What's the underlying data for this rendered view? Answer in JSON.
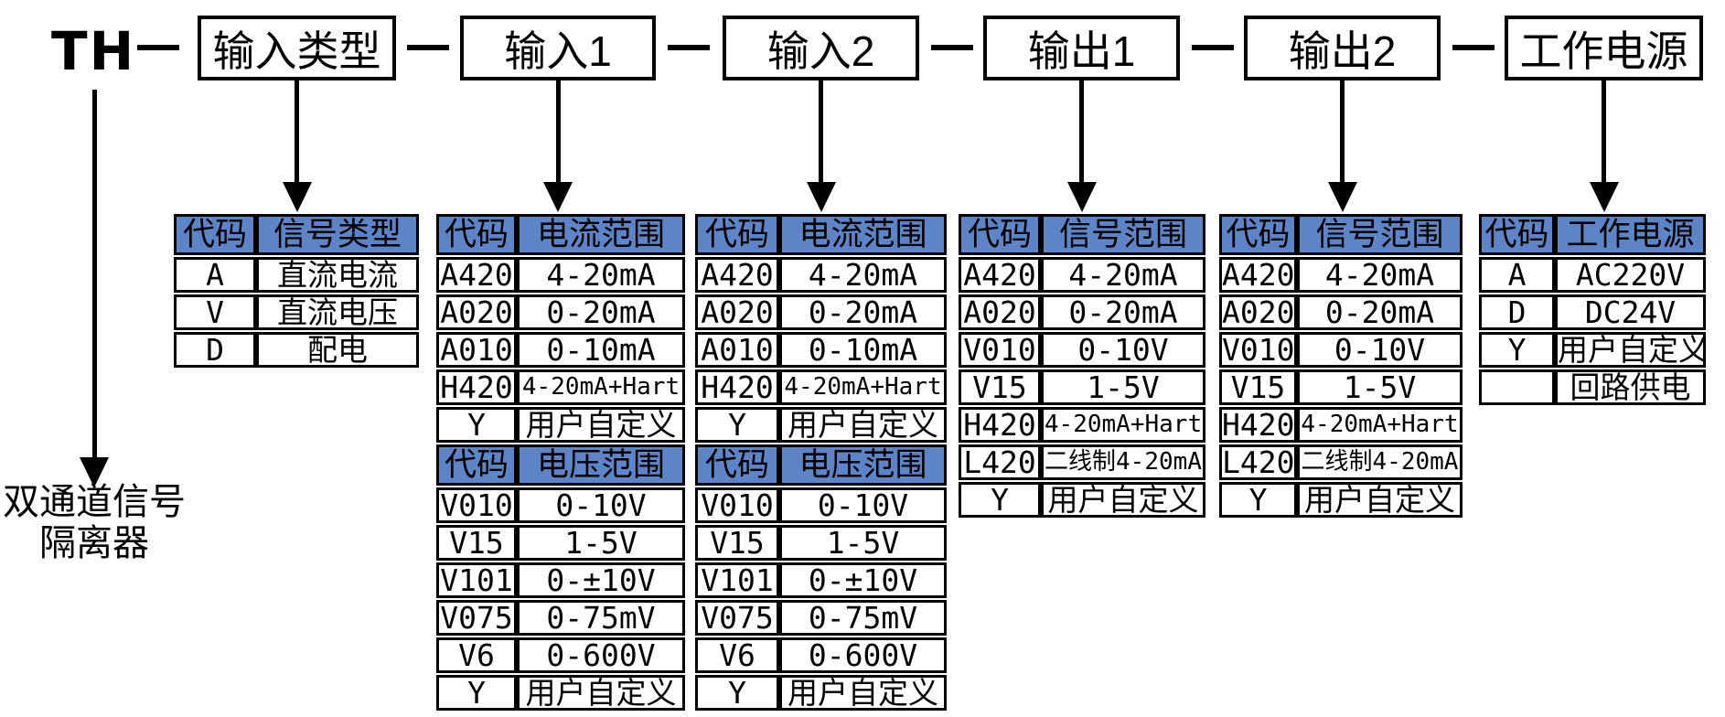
{
  "model": {
    "prefix": "TH"
  },
  "footnote": {
    "line1": "双通道信号",
    "line2": "隔离器"
  },
  "colors": {
    "header_bg": "#5e84c8",
    "line": "#000000",
    "background": "#ffffff"
  },
  "columns": [
    {
      "id": "input-type",
      "label": "输入类型",
      "sections": [
        {
          "header": [
            "代码",
            "信号类型"
          ],
          "rows": [
            [
              "A",
              "直流电流"
            ],
            [
              "V",
              "直流电压"
            ],
            [
              "D",
              "配电"
            ]
          ]
        }
      ]
    },
    {
      "id": "input1",
      "label": "输入1",
      "sections": [
        {
          "header": [
            "代码",
            "电流范围"
          ],
          "rows": [
            [
              "A420",
              "4-20mA"
            ],
            [
              "A020",
              "0-20mA"
            ],
            [
              "A010",
              "0-10mA"
            ],
            [
              "H420",
              "4-20mA+Hart"
            ],
            [
              "Y",
              "用户自定义"
            ]
          ]
        },
        {
          "header": [
            "代码",
            "电压范围"
          ],
          "rows": [
            [
              "V010",
              "0-10V"
            ],
            [
              "V15",
              "1-5V"
            ],
            [
              "V101",
              "0-±10V"
            ],
            [
              "V075",
              "0-75mV"
            ],
            [
              "V6",
              "0-600V"
            ],
            [
              "Y",
              "用户自定义"
            ]
          ]
        }
      ]
    },
    {
      "id": "input2",
      "label": "输入2",
      "sections": [
        {
          "header": [
            "代码",
            "电流范围"
          ],
          "rows": [
            [
              "A420",
              "4-20mA"
            ],
            [
              "A020",
              "0-20mA"
            ],
            [
              "A010",
              "0-10mA"
            ],
            [
              "H420",
              "4-20mA+Hart"
            ],
            [
              "Y",
              "用户自定义"
            ]
          ]
        },
        {
          "header": [
            "代码",
            "电压范围"
          ],
          "rows": [
            [
              "V010",
              "0-10V"
            ],
            [
              "V15",
              "1-5V"
            ],
            [
              "V101",
              "0-±10V"
            ],
            [
              "V075",
              "0-75mV"
            ],
            [
              "V6",
              "0-600V"
            ],
            [
              "Y",
              "用户自定义"
            ]
          ]
        }
      ]
    },
    {
      "id": "output1",
      "label": "输出1",
      "sections": [
        {
          "header": [
            "代码",
            "信号范围"
          ],
          "rows": [
            [
              "A420",
              "4-20mA"
            ],
            [
              "A020",
              "0-20mA"
            ],
            [
              "V010",
              "0-10V"
            ],
            [
              "V15",
              "1-5V"
            ],
            [
              "H420",
              "4-20mA+Hart"
            ],
            [
              "L420",
              "二线制4-20mA"
            ],
            [
              "Y",
              "用户自定义"
            ]
          ]
        }
      ]
    },
    {
      "id": "output2",
      "label": "输出2",
      "sections": [
        {
          "header": [
            "代码",
            "信号范围"
          ],
          "rows": [
            [
              "A420",
              "4-20mA"
            ],
            [
              "A020",
              "0-20mA"
            ],
            [
              "V010",
              "0-10V"
            ],
            [
              "V15",
              "1-5V"
            ],
            [
              "H420",
              "4-20mA+Hart"
            ],
            [
              "L420",
              "二线制4-20mA"
            ],
            [
              "Y",
              "用户自定义"
            ]
          ]
        }
      ]
    },
    {
      "id": "power",
      "label": "工作电源",
      "sections": [
        {
          "header": [
            "代码",
            "工作电源"
          ],
          "rows": [
            [
              "A",
              "AC220V"
            ],
            [
              "D",
              "DC24V"
            ],
            [
              "Y",
              "用户自定义"
            ],
            [
              "",
              "回路供电"
            ]
          ]
        }
      ]
    }
  ]
}
